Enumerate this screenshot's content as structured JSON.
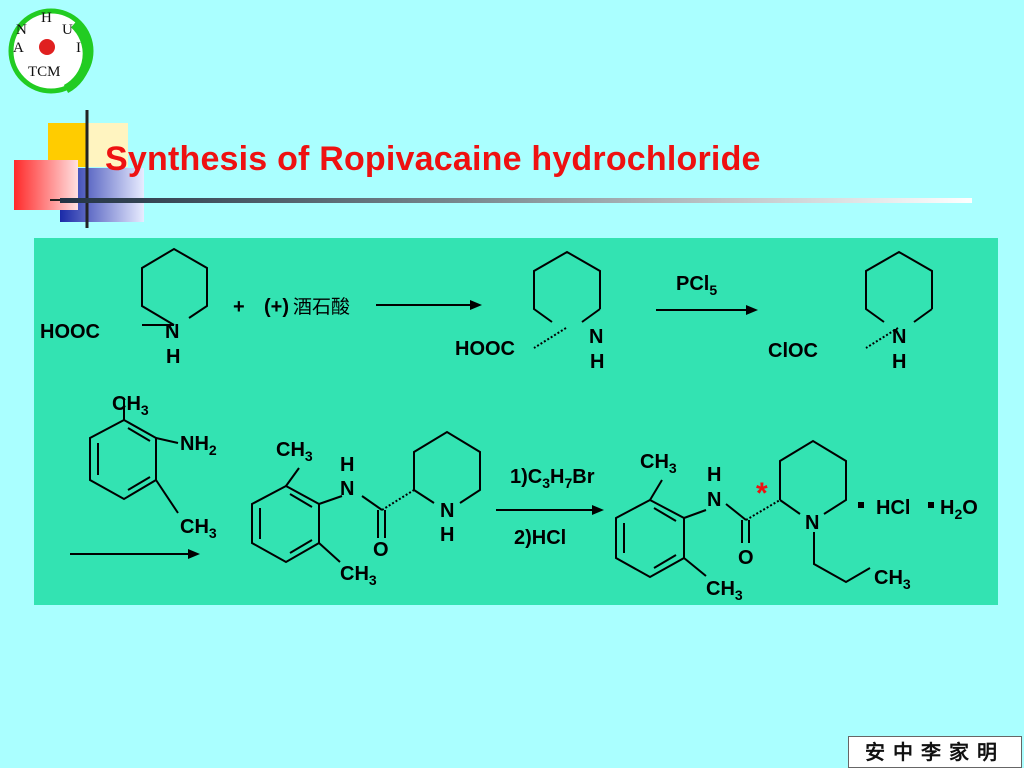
{
  "logo": {
    "letters": {
      "top": "H",
      "left": "N",
      "right": "U",
      "lower_left": "A",
      "lower_right": "I",
      "bottom": "TCM"
    },
    "ring_color": "#22cc22",
    "dot_color": "#e02020"
  },
  "title": "Synthesis of Ropivacaine hydrochloride",
  "scheme": {
    "hooc": "HOOC",
    "cloc": "ClOC",
    "n": "N",
    "h": "H",
    "o": "O",
    "plus": "+",
    "resolving_agent_prefix": "(+)",
    "resolving_agent_name": "酒石酸",
    "pcl": "PCl",
    "five": "5",
    "ch": "CH",
    "three": "3",
    "nh": "NH",
    "two": "2",
    "reagent1_prefix": "1)C",
    "seven": "7",
    "br": "Br",
    "reagent2": "2)HCl",
    "stereo_mark": "*",
    "salt_dot": "·",
    "hcl": "HCl",
    "water_o": "O",
    "background_color": "#33e3b2"
  },
  "footer": "安中李家明"
}
